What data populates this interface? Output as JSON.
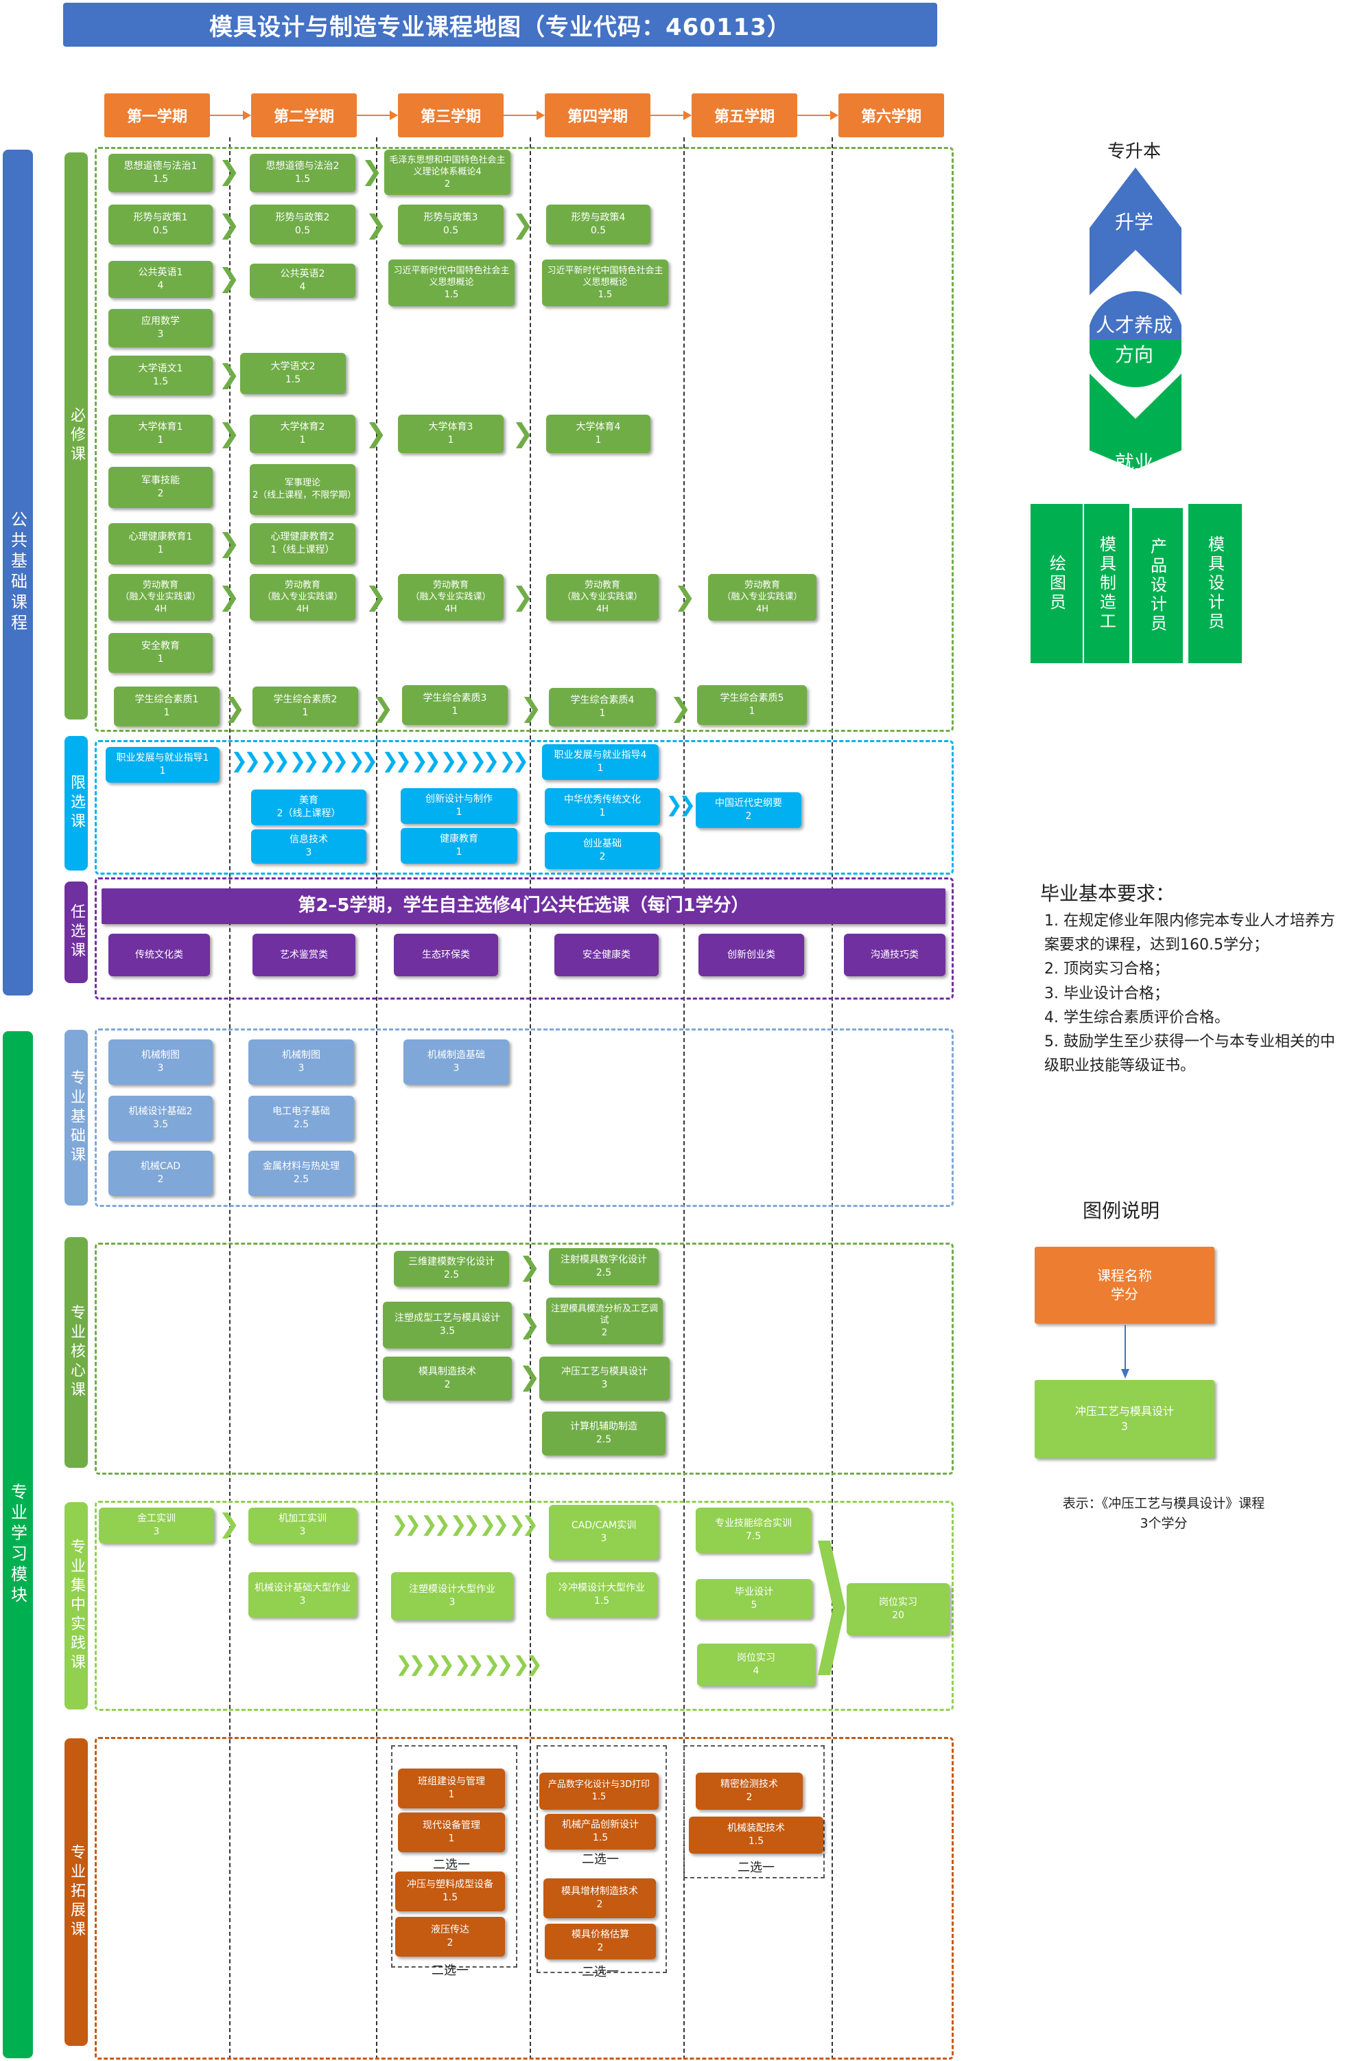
{
  "title": "模具设计与制造专业课程地图（专业代码：460113）",
  "semesters": [
    "第一学期",
    "第二学期",
    "第三学期",
    "第四学期",
    "第五学期",
    "第六学期"
  ],
  "modules": {
    "public": "公共基础课程",
    "major": "专业学习模块"
  },
  "sections": {
    "required": "必修课",
    "limited": "限选课",
    "elective": "任选课",
    "major_basic": "专业基础课",
    "major_core": "专业核心课",
    "practice": "专业集中实践课",
    "extension": "专业拓展课"
  },
  "required_courses": [
    {
      "name": "思想道德与法治1",
      "credit": "1.5"
    },
    {
      "name": "思想道德与法治2",
      "credit": "1.5"
    },
    {
      "name": "毛泽东思想和中国特色社会主义理论体系概论4",
      "credit": "2"
    },
    {
      "name": "形势与政策1",
      "credit": "0.5"
    },
    {
      "name": "形势与政策2",
      "credit": "0.5"
    },
    {
      "name": "形势与政策3",
      "credit": "0.5"
    },
    {
      "name": "形势与政策4",
      "credit": "0.5"
    },
    {
      "name": "公共英语1",
      "credit": "4"
    },
    {
      "name": "公共英语2",
      "credit": "4"
    },
    {
      "name": "习近平新时代中国特色社会主义思想概论",
      "credit": "1.5"
    },
    {
      "name": "习近平新时代中国特色社会主义思想概论",
      "credit": "1.5"
    },
    {
      "name": "应用数学",
      "credit": "3"
    },
    {
      "name": "大学语文1",
      "credit": "1.5"
    },
    {
      "name": "大学语文2",
      "credit": "1.5"
    },
    {
      "name": "大学体育1",
      "credit": "1"
    },
    {
      "name": "大学体育2",
      "credit": "1"
    },
    {
      "name": "大学体育3",
      "credit": "1"
    },
    {
      "name": "大学体育4",
      "credit": "1"
    },
    {
      "name": "军事技能",
      "credit": "2"
    },
    {
      "name": "军事理论",
      "credit": "2（线上课程，不限学期）"
    },
    {
      "name": "心理健康教育1",
      "credit": "1"
    },
    {
      "name": "心理健康教育2",
      "credit": "1（线上课程）"
    },
    {
      "name": "劳动教育",
      "credit": "（融入专业实践课）"
    },
    {
      "name": "安全教育",
      "credit": "1"
    },
    {
      "name": "学生综合素质1",
      "credit": "1"
    },
    {
      "name": "学生综合素质2",
      "credit": "1"
    },
    {
      "name": "学生综合素质3",
      "credit": "1"
    },
    {
      "name": "学生综合素质4",
      "credit": "1"
    },
    {
      "name": "学生综合素质5",
      "credit": "1"
    }
  ],
  "labor_hours": "4H",
  "limited_courses": [
    {
      "name": "职业发展与就业指导1",
      "credit": "1"
    },
    {
      "name": "职业发展与就业指导4",
      "credit": "1"
    },
    {
      "name": "美育",
      "credit": "2（线上课程）"
    },
    {
      "name": "信息技术",
      "credit": "3"
    },
    {
      "name": "创新设计与制作",
      "credit": "1"
    },
    {
      "name": "健康教育",
      "credit": "1"
    },
    {
      "name": "中华优秀传统文化",
      "credit": "1"
    },
    {
      "name": "创业基础",
      "credit": "2"
    },
    {
      "name": "中国近代史纲要",
      "credit": "2"
    }
  ],
  "elective": {
    "banner": "第2–5学期，学生自主选修4门公共任选课（每门1学分）",
    "categories": [
      "传统文化类",
      "艺术鉴赏类",
      "生态环保类",
      "安全健康类",
      "创新创业类",
      "沟通技巧类"
    ]
  },
  "major_basic_courses": [
    {
      "name": "机械制图",
      "credit": "3"
    },
    {
      "name": "机械制图",
      "credit": "3"
    },
    {
      "name": "机械制造基础",
      "credit": "3"
    },
    {
      "name": "机械设计基础2",
      "credit": "3.5"
    },
    {
      "name": "电工电子基础",
      "credit": "2.5"
    },
    {
      "name": "机械CAD",
      "credit": "2"
    },
    {
      "name": "金属材料与热处理",
      "credit": "2.5"
    }
  ],
  "major_core_courses": [
    {
      "name": "三维建模数字化设计",
      "credit": "2.5"
    },
    {
      "name": "注射模具数字化设计",
      "credit": "2.5"
    },
    {
      "name": "注塑成型工艺与模具设计",
      "credit": "3.5"
    },
    {
      "name": "注塑模具模流分析及工艺调试",
      "credit": "2"
    },
    {
      "name": "模具制造技术",
      "credit": "2"
    },
    {
      "name": "冲压工艺与模具设计",
      "credit": "3"
    },
    {
      "name": "计算机辅助制造",
      "credit": "2.5"
    }
  ],
  "practice_courses": [
    {
      "name": "金工实训",
      "credit": "3"
    },
    {
      "name": "机加工实训",
      "credit": "3"
    },
    {
      "name": "CAD/CAM实训",
      "credit": "3"
    },
    {
      "name": "专业技能综合实训",
      "credit": "7.5"
    },
    {
      "name": "机械设计基础大型作业",
      "credit": "3"
    },
    {
      "name": "注塑模设计大型作业",
      "credit": "3"
    },
    {
      "name": "冷冲模设计大型作业",
      "credit": "1.5"
    },
    {
      "name": "毕业设计",
      "credit": "5"
    },
    {
      "name": "岗位实习",
      "credit": "4"
    },
    {
      "name": "岗位实习",
      "credit": "20"
    }
  ],
  "extension_courses": [
    {
      "name": "班组建设与管理",
      "credit": "1"
    },
    {
      "name": "现代设备管理",
      "credit": "1"
    },
    {
      "name": "冲压与塑料成型设备",
      "credit": "1.5"
    },
    {
      "name": "液压传达",
      "credit": "2"
    },
    {
      "name": "产品数字化设计与3D打印",
      "credit": "1.5"
    },
    {
      "name": "机械产品创新设计",
      "credit": "1.5"
    },
    {
      "name": "模具增材制造技术",
      "credit": "2"
    },
    {
      "name": "模具价格估算",
      "credit": "2"
    },
    {
      "name": "精密检测技术",
      "credit": "2"
    },
    {
      "name": "机械装配技术",
      "credit": "1.5"
    }
  ],
  "choose_one": "二选一",
  "direction": {
    "top": "专升本",
    "up": "升学",
    "center": "人才养成方向",
    "down": "就业",
    "jobs": [
      "绘图员",
      "模具制造工",
      "产品设计员",
      "模具设计员"
    ]
  },
  "graduation": {
    "title": "毕业基本要求：",
    "items": [
      "1. 在规定修业年限内修完本专业人才培养方案要求的课程，达到160.5学分；",
      "2. 顶岗实习合格；",
      "3. 毕业设计合格；",
      "4. 学生综合素质评价合格。",
      "5. 鼓励学生至少获得一个与本专业相关的中级职业技能等级证书。"
    ]
  },
  "legend": {
    "title": "图例说明",
    "sample_top_name": "课程名称",
    "sample_top_credit": "学分",
    "sample_name": "冲压工艺与模具设计",
    "sample_credit": "3",
    "caption1": "表示：《冲压工艺与模具设计》课程",
    "caption2": "3个学分"
  },
  "colors": {
    "public": "#4472c4",
    "required": "#70ad47",
    "limited": "#00b0f0",
    "elective": "#7030a0",
    "basic": "#7fa7d8",
    "core": "#70ad47",
    "practice": "#92d050",
    "extension": "#c55a11",
    "semester": "#ed7d31"
  }
}
